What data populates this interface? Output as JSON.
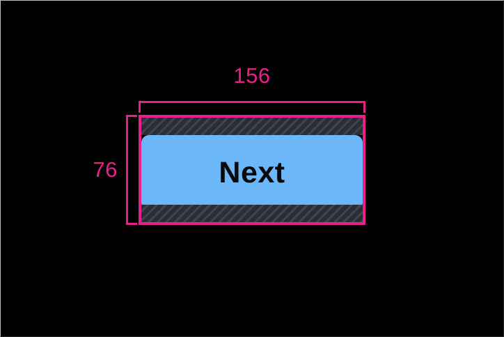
{
  "overlay": {
    "background_color": "#000000",
    "accent_color": "#ea1f8c"
  },
  "width_dimension": {
    "label": "156",
    "name": "width-measurement",
    "unit": "px",
    "color": "#ea1f8c"
  },
  "height_dimension": {
    "label": "76",
    "name": "height-measurement",
    "unit": "px",
    "color": "#ea1f8c"
  },
  "element": {
    "type": "button",
    "label": "Next",
    "fill_color": "#6cb7f7",
    "text_color": "#0a0a0a",
    "highlight_color": "#ea1f8c",
    "padding_band_color": "#353b45"
  }
}
